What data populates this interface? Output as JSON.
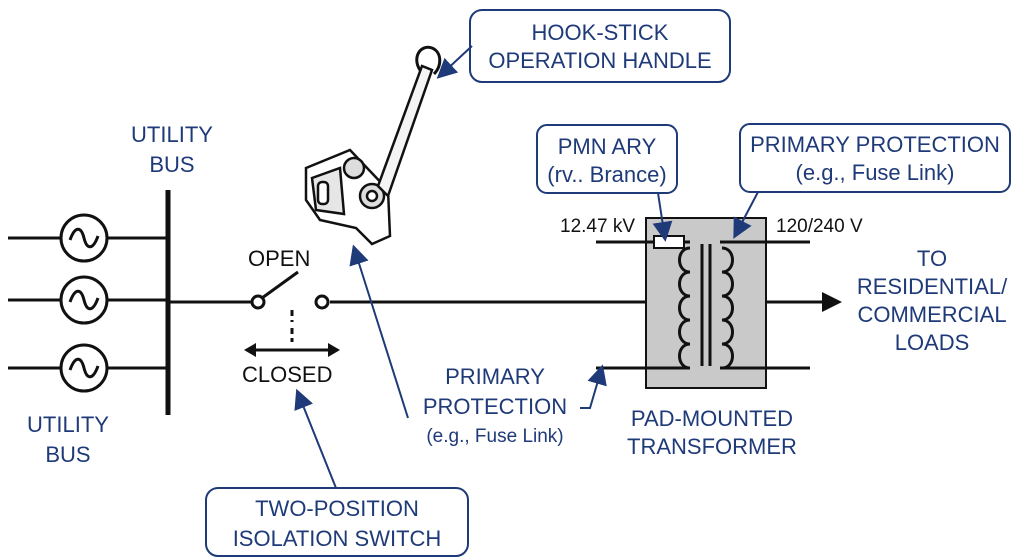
{
  "labels": {
    "utility_bus_top": [
      "UTILITY",
      "BUS"
    ],
    "utility_bus_bottom": [
      "UTILITY",
      "BUS"
    ],
    "switch_open": "OPEN",
    "switch_closed": "CLOSED",
    "hook_stick_callout": [
      "HOOK-STICK",
      "OPERATION HANDLE"
    ],
    "pmnary_callout": [
      "PMN ARY",
      "(rv.. Brance)"
    ],
    "primary_protection_right_callout": [
      "PRIMARY PROTECTION",
      "(e.g., Fuse Link)"
    ],
    "primary_protection_mid": [
      "PRIMARY",
      "PROTECTION",
      "(e.g., Fuse Link)"
    ],
    "voltage_primary": "12.47 kV",
    "voltage_secondary": "120/240 V",
    "to_loads": [
      "TO",
      "RESIDENTIAL/",
      "COMMERCIAL",
      "LOADS"
    ],
    "transformer_label": [
      "PAD-MOUNTED",
      "TRANSFORMER"
    ],
    "isolation_switch_callout": [
      "TWO-POSITION",
      "ISOLATION SWITCH"
    ]
  },
  "colors": {
    "line": "#111111",
    "label_blue": "#1f3a78",
    "callout_border": "#1f3a78",
    "transformer_fill": "#c9c9c9"
  },
  "icons": [
    "ac-source-icon",
    "hook-stick-handle-icon",
    "fuse-icon",
    "transformer-coil-icon",
    "arrow-icon"
  ]
}
